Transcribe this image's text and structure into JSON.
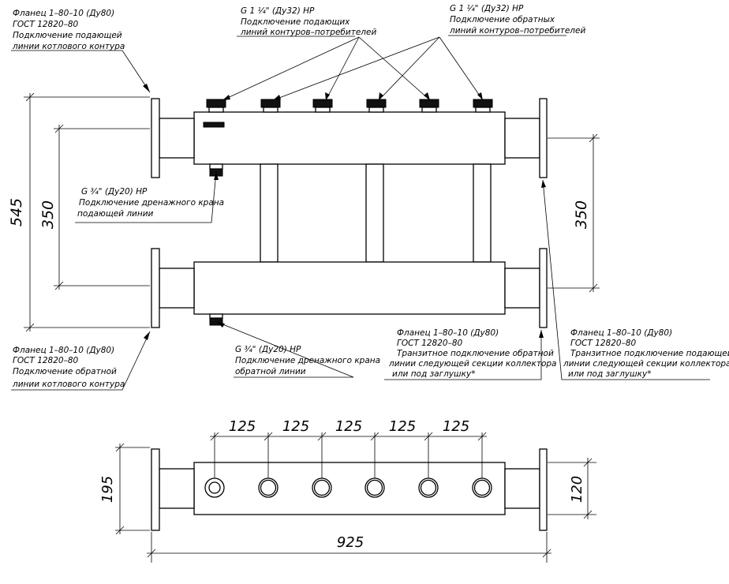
{
  "callouts": {
    "supply_flange": {
      "line1": "Фланец 1–80–10 (Ду80)",
      "line2": "ГОСТ 12820–80",
      "line3": "Подключение подающей",
      "line4": "линии котлового контура"
    },
    "supply_outlets": {
      "line1": "G 1 ¼\" (Ду32) НР",
      "line2": "Подключение подающих",
      "line3": "линий контуров–потребителей"
    },
    "return_outlets": {
      "line1": "G 1 ¼\" (Ду32) НР",
      "line2": "Подключение обратных",
      "line3": "линий контуров–потребителей"
    },
    "drain_supply": {
      "line1": "G ¾\" (Ду20) НР",
      "line2": "Подключение дренажного крана",
      "line3": "подающей линии"
    },
    "return_flange": {
      "line1": "Фланец 1–80–10 (Ду80)",
      "line2": "ГОСТ 12820–80",
      "line3": "Подключение обратной",
      "line4": "линии котлового контура"
    },
    "drain_return": {
      "line1": "G ¾\" (Ду20) НР",
      "line2": "Подключение дренажного крана",
      "line3": "обратной линии"
    },
    "transit_return": {
      "line1": "Фланец 1–80–10 (Ду80)",
      "line2": "ГОСТ 12820–80",
      "line3": "Транзитное подключение обратной",
      "line4": "линии следующей секции коллектора",
      "line5": "или под заглушку*"
    },
    "transit_supply": {
      "line1": "Фланец 1–80–10 (Ду80)",
      "line2": "ГОСТ 12820–80",
      "line3": "Транзитное подключение подающей",
      "line4": "линии следующей секции коллектора",
      "line5": "или под заглушку*"
    }
  },
  "dimensions": {
    "overall_height": "545",
    "axis_left": "350",
    "axis_right": "350",
    "pitch": [
      "125",
      "125",
      "125",
      "125",
      "125"
    ],
    "flange_size": "195",
    "body_size": "120",
    "overall_length": "925"
  }
}
